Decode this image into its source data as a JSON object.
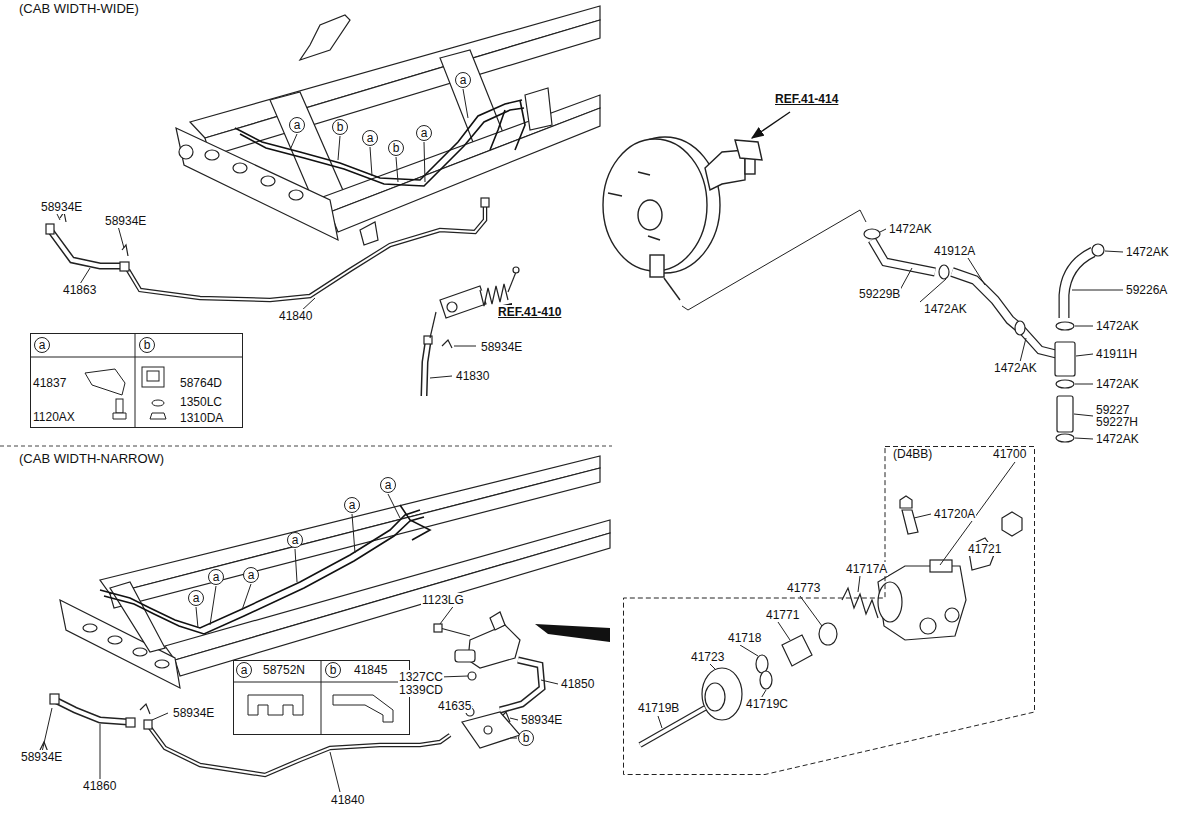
{
  "diagram": {
    "nodes": [
      {
        "text": [
          "a"
        ]
      },
      {
        "text": [
          "a"
        ]
      },
      {
        "text": [
          "b"
        ]
      },
      {
        "text": [
          "a"
        ]
      },
      {
        "text": [
          "b"
        ]
      },
      {
        "text": [
          "a"
        ]
      },
      {
        "text": [
          "41837",
          "1120AX",
          "58764D",
          "1350LC",
          "1310DA"
        ]
      },
      {
        "text": [
          "a"
        ],
        "in": 6
      },
      {
        "text": [
          "b"
        ],
        "in": 6
      },
      {
        "text": [
          "(D4BB)",
          "41700"
        ]
      },
      {
        "text": [
          "a"
        ]
      },
      {
        "text": [
          "a"
        ]
      },
      {
        "text": [
          "a"
        ]
      },
      {
        "text": [
          "a"
        ]
      },
      {
        "text": [
          "a"
        ]
      },
      {
        "text": [
          "a"
        ]
      },
      {
        "text": [
          "58752N",
          "41845"
        ]
      },
      {
        "text": [
          "a"
        ],
        "in": 16
      },
      {
        "text": [
          "b"
        ],
        "in": 16
      },
      {
        "text": [
          "b"
        ]
      }
    ],
    "labels": [
      "(CAB WIDTH-WIDE)",
      "REF.41-414",
      "58934E",
      "58934E",
      "1472AK",
      "41912A",
      "1472AK",
      "41863",
      "59229B",
      "59226A",
      "1472AK",
      "REF.41-410",
      "41840",
      "1472AK",
      "58934E",
      "41911H",
      "1472AK",
      "41830",
      "1472AK",
      "59227",
      "59227H",
      "1472AK",
      "(CAB WIDTH-NARROW)",
      "41720A",
      "41721",
      "41717A",
      "41773",
      "1123LG",
      "41771",
      "41718",
      "41723",
      "1327CC",
      "1339CD",
      "41850",
      "41719C",
      "41635",
      "41719B",
      "58934E",
      "58934E",
      "58934E",
      "41860",
      "41840"
    ]
  }
}
